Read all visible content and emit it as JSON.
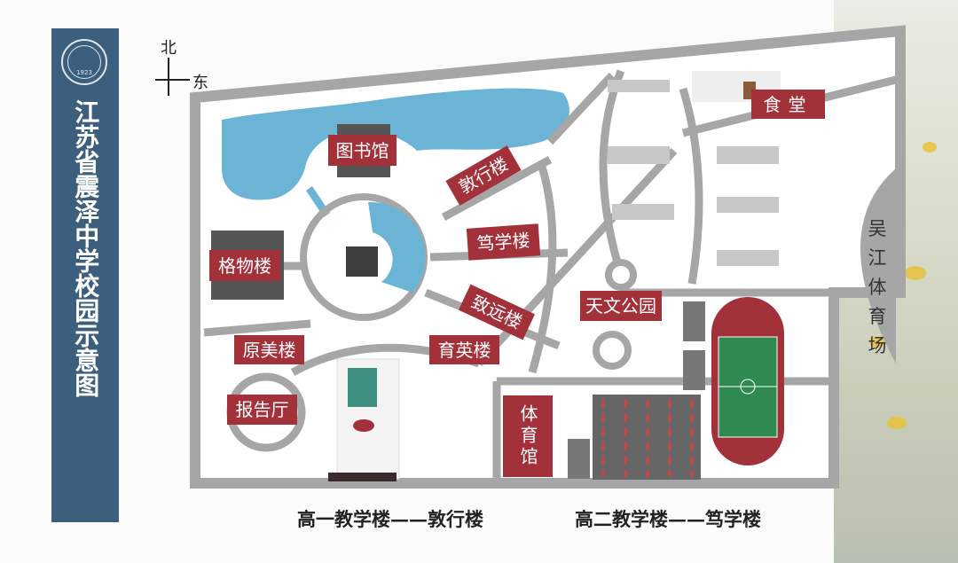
{
  "side_panel": {
    "title": "江苏省震泽中学校园示意图",
    "seal_year": "1923"
  },
  "compass": {
    "north": "北",
    "east": "东"
  },
  "buildings": {
    "library": "图书馆",
    "dunxing": "敦行楼",
    "gewu": "格物楼",
    "duxue": "笃学楼",
    "zhiyuan": "致远楼",
    "observatory_park": "天文公园",
    "yuanmei": "原美楼",
    "yuying": "育英楼",
    "auditorium": "报告厅",
    "gym": "体育馆",
    "canteen": "食堂",
    "wujiang_stadium": "吴江体育场"
  },
  "captions": {
    "grade1": "高一教学楼——敦行楼",
    "grade2": "高二教学楼——笃学楼"
  },
  "colors": {
    "label": "#a2313a",
    "panel": "#3d5f7e",
    "road": "#a6a6a6",
    "water": "#6cb4d5",
    "track": "#a2313a",
    "field": "#2f8a52"
  }
}
